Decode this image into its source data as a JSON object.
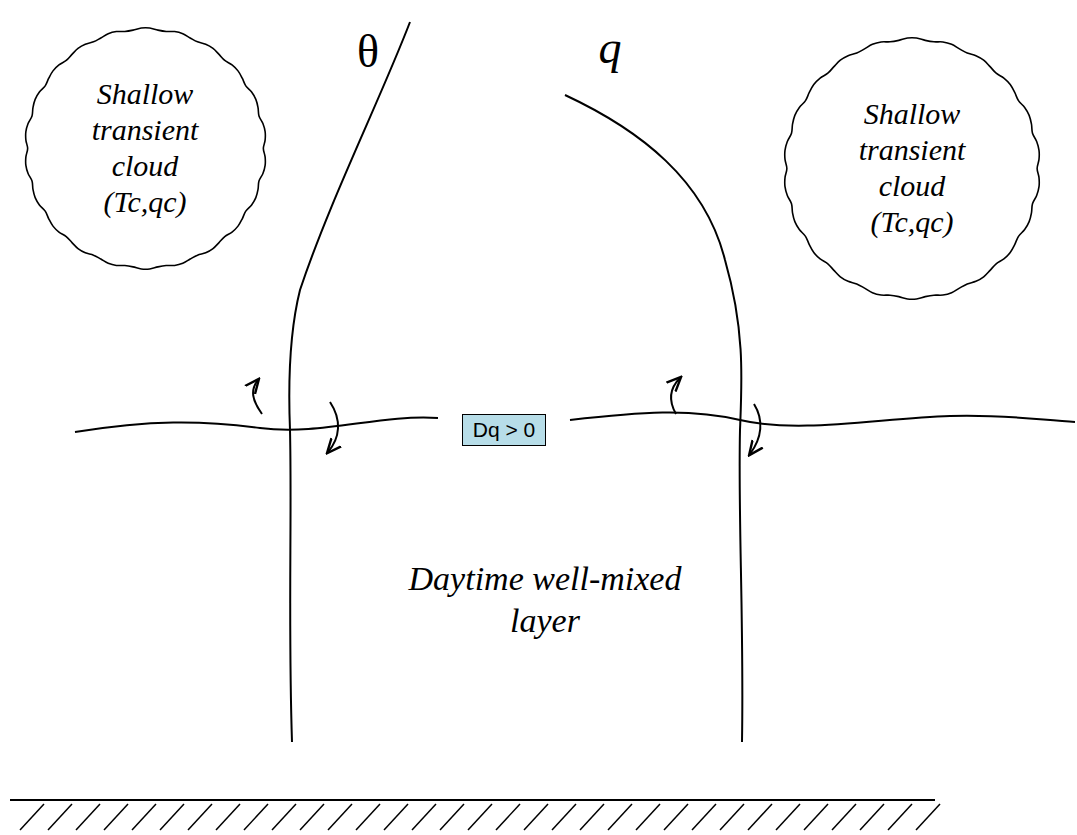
{
  "diagram": {
    "nodes": [
      {
        "text": [
          "Shallow transient cloud (Tc,qc)"
        ]
      },
      {
        "text": [
          "Shallow transient cloud (Tc,qc)"
        ]
      },
      {
        "text": [
          "Dq > 0"
        ]
      }
    ],
    "labels": [
      "θ",
      "q",
      "Daytime well-mixed layer"
    ]
  }
}
